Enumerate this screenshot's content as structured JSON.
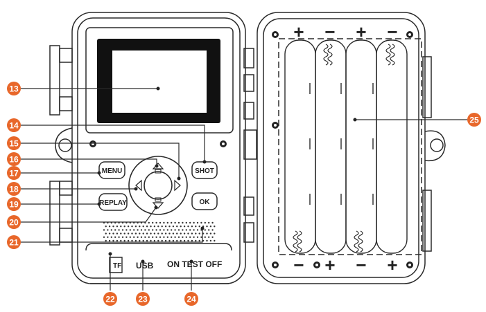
{
  "colors": {
    "callout": "#e8672a",
    "outline": "#2a2a2a",
    "screen": "#111111"
  },
  "buttons": {
    "menu": "MENU",
    "shot": "SHOT",
    "replay": "REPLAY",
    "ok": "OK"
  },
  "ports": {
    "tf": "TF",
    "usb": "USB",
    "switch": "ON TEST OFF"
  },
  "battery": {
    "top_polarity": [
      "+",
      "−",
      "+",
      "−"
    ],
    "bottom_polarity": [
      "−",
      "+",
      "−",
      "+"
    ]
  },
  "callouts": [
    "13",
    "14",
    "15",
    "16",
    "17",
    "18",
    "19",
    "20",
    "21",
    "22",
    "23",
    "24",
    "25"
  ],
  "icons": {
    "up": "arrow-up-camera-icon",
    "down": "arrow-down-camera-icon",
    "left": "arrow-left-icon",
    "right": "arrow-right-icon",
    "screw": "screw-icon"
  }
}
